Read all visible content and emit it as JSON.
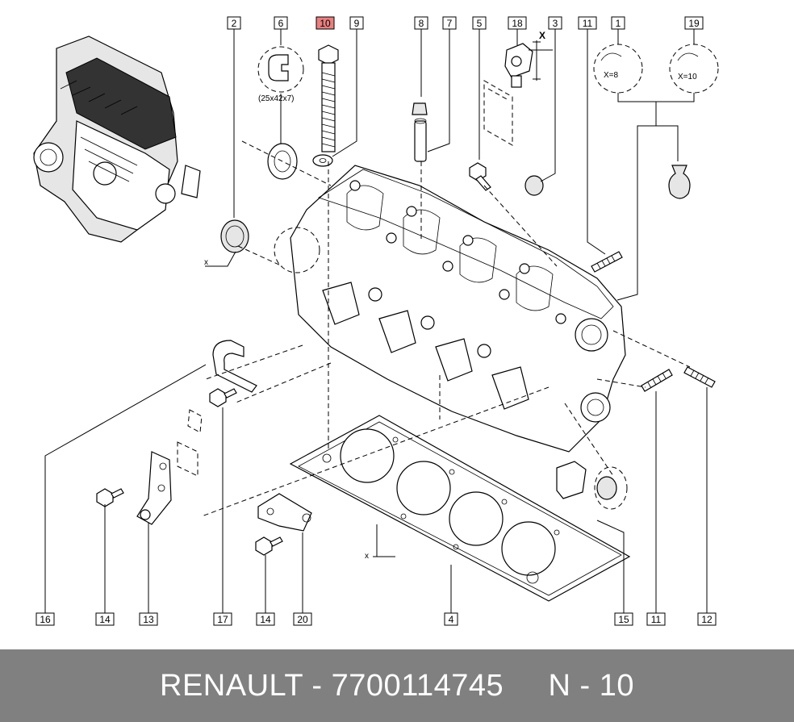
{
  "footer": {
    "brand": "RENAULT",
    "separator": " - ",
    "part_number": "7700114745",
    "spacer": "     ",
    "page": "N - 10"
  },
  "highlight_color": "#e88080",
  "labels": {
    "l2": "2",
    "l6": "6",
    "l10": "10",
    "l9": "9",
    "l8": "8",
    "l7": "7",
    "l5": "5",
    "l18": "18",
    "l3": "3",
    "l11a": "11",
    "l1": "1",
    "l19": "19",
    "l16": "16",
    "l14a": "14",
    "l13": "13",
    "l17": "17",
    "l14b": "14",
    "l20": "20",
    "l4": "4",
    "l15": "15",
    "l11b": "11",
    "l12": "12"
  },
  "notes": {
    "seal_size": "(25x42x7)",
    "x8": "X=8",
    "x10": "X=10",
    "x_a": "X",
    "x_b": "x",
    "x_c": "x"
  }
}
